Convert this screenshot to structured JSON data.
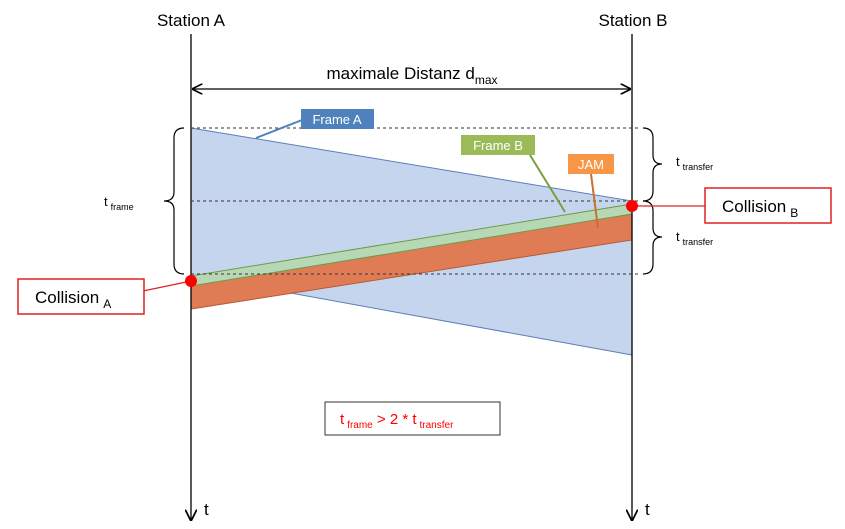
{
  "stations": {
    "a": {
      "label": "Station A"
    },
    "b": {
      "label": "Station B"
    }
  },
  "axis_label": "t",
  "distance": {
    "label": "maximale Distanz d",
    "sub": "max"
  },
  "frames": {
    "frame_a": {
      "label": "Frame A",
      "color": "#4f81bd",
      "fill": "#c6d5ee"
    },
    "frame_b": {
      "label": "Frame B",
      "color": "#9bbb59",
      "fill": "#b7d8b5"
    },
    "jam": {
      "label": "JAM",
      "color": "#f79646",
      "fill": "#e07c55"
    }
  },
  "times": {
    "t_frame": {
      "main": "t",
      "sub": "frame"
    },
    "t_transfer_top": {
      "main": "t",
      "sub": "transfer"
    },
    "t_transfer_bottom": {
      "main": "t",
      "sub": "transfer"
    }
  },
  "collisions": {
    "a": {
      "label": "Collision",
      "sub": "A"
    },
    "b": {
      "label": "Collision",
      "sub": "B"
    }
  },
  "formula": {
    "t1": "t",
    "sub1": "frame",
    "mid": " > 2 * t",
    "sub2": "transfer",
    "color": "#ff0000"
  }
}
